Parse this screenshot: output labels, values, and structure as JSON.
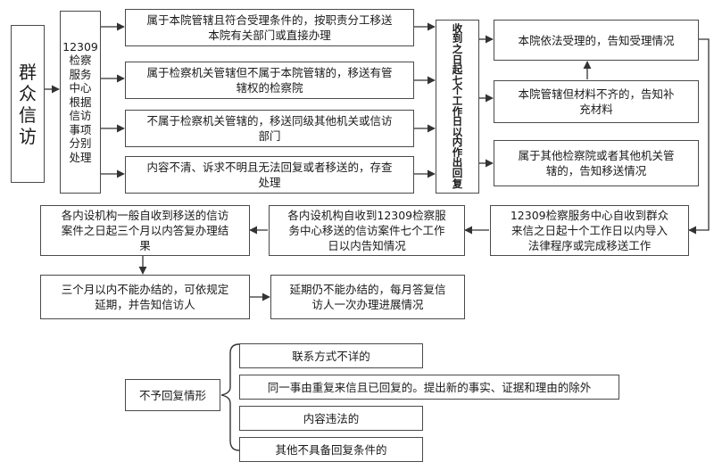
{
  "source": {
    "label": "群\n众\n信\n访"
  },
  "center": {
    "label": "12309\n检察\n服务\n中心\n根据\n信访\n事项\n分别\n处理"
  },
  "branches": [
    "属于本院管辖且符合受理条件的，按职责分工移送\n本院有关部门或直接办理",
    "属于检察机关管辖但不属于本院管辖的，移送有管\n辖权的检察院",
    "不属于检察机关管辖的，移送同级其他机关或信访\n部门",
    "内容不清、诉求不明且无法回复或者移送的，存查\n处理"
  ],
  "reply_box": {
    "label": "收\n到\n之\n日\n起\n七\n个\n工\n作\n日\n以\n内\n作\n出\n回\n复"
  },
  "outcomes": [
    "本院依法受理的，告知受理情况",
    "本院管辖但材料不齐的，告知补\n充材料",
    "属于其他检察院或者其他机关管\n辖的，告知移送情况"
  ],
  "timeline": {
    "step1": "12309检察服务中心自收到群众\n来信之日起十个工作日以内导入\n法律程序或完成移送工作",
    "step2": "各内设机构自收到12309检察服\n务中心移送的信访案件七个工作\n日以内告知情况",
    "step3": "各内设机构一般自收到移送的信访\n案件之日起三个月以内答复办理结\n果",
    "step4": "三个月以内不能办结的，可依规定\n延期，并告知信访人",
    "step5": "延期仍不能办结的，每月答复信\n访人一次办理进展情况"
  },
  "no_reply": {
    "label": "不予回复情形",
    "items": [
      "联系方式不详的",
      "同一事由重复来信且已回复的。提出新的事实、证据和理由的除外",
      "内容违法的",
      "其他不具备回复条件的"
    ]
  },
  "colors": {
    "border": "#4a4a4a",
    "line": "#333333"
  }
}
